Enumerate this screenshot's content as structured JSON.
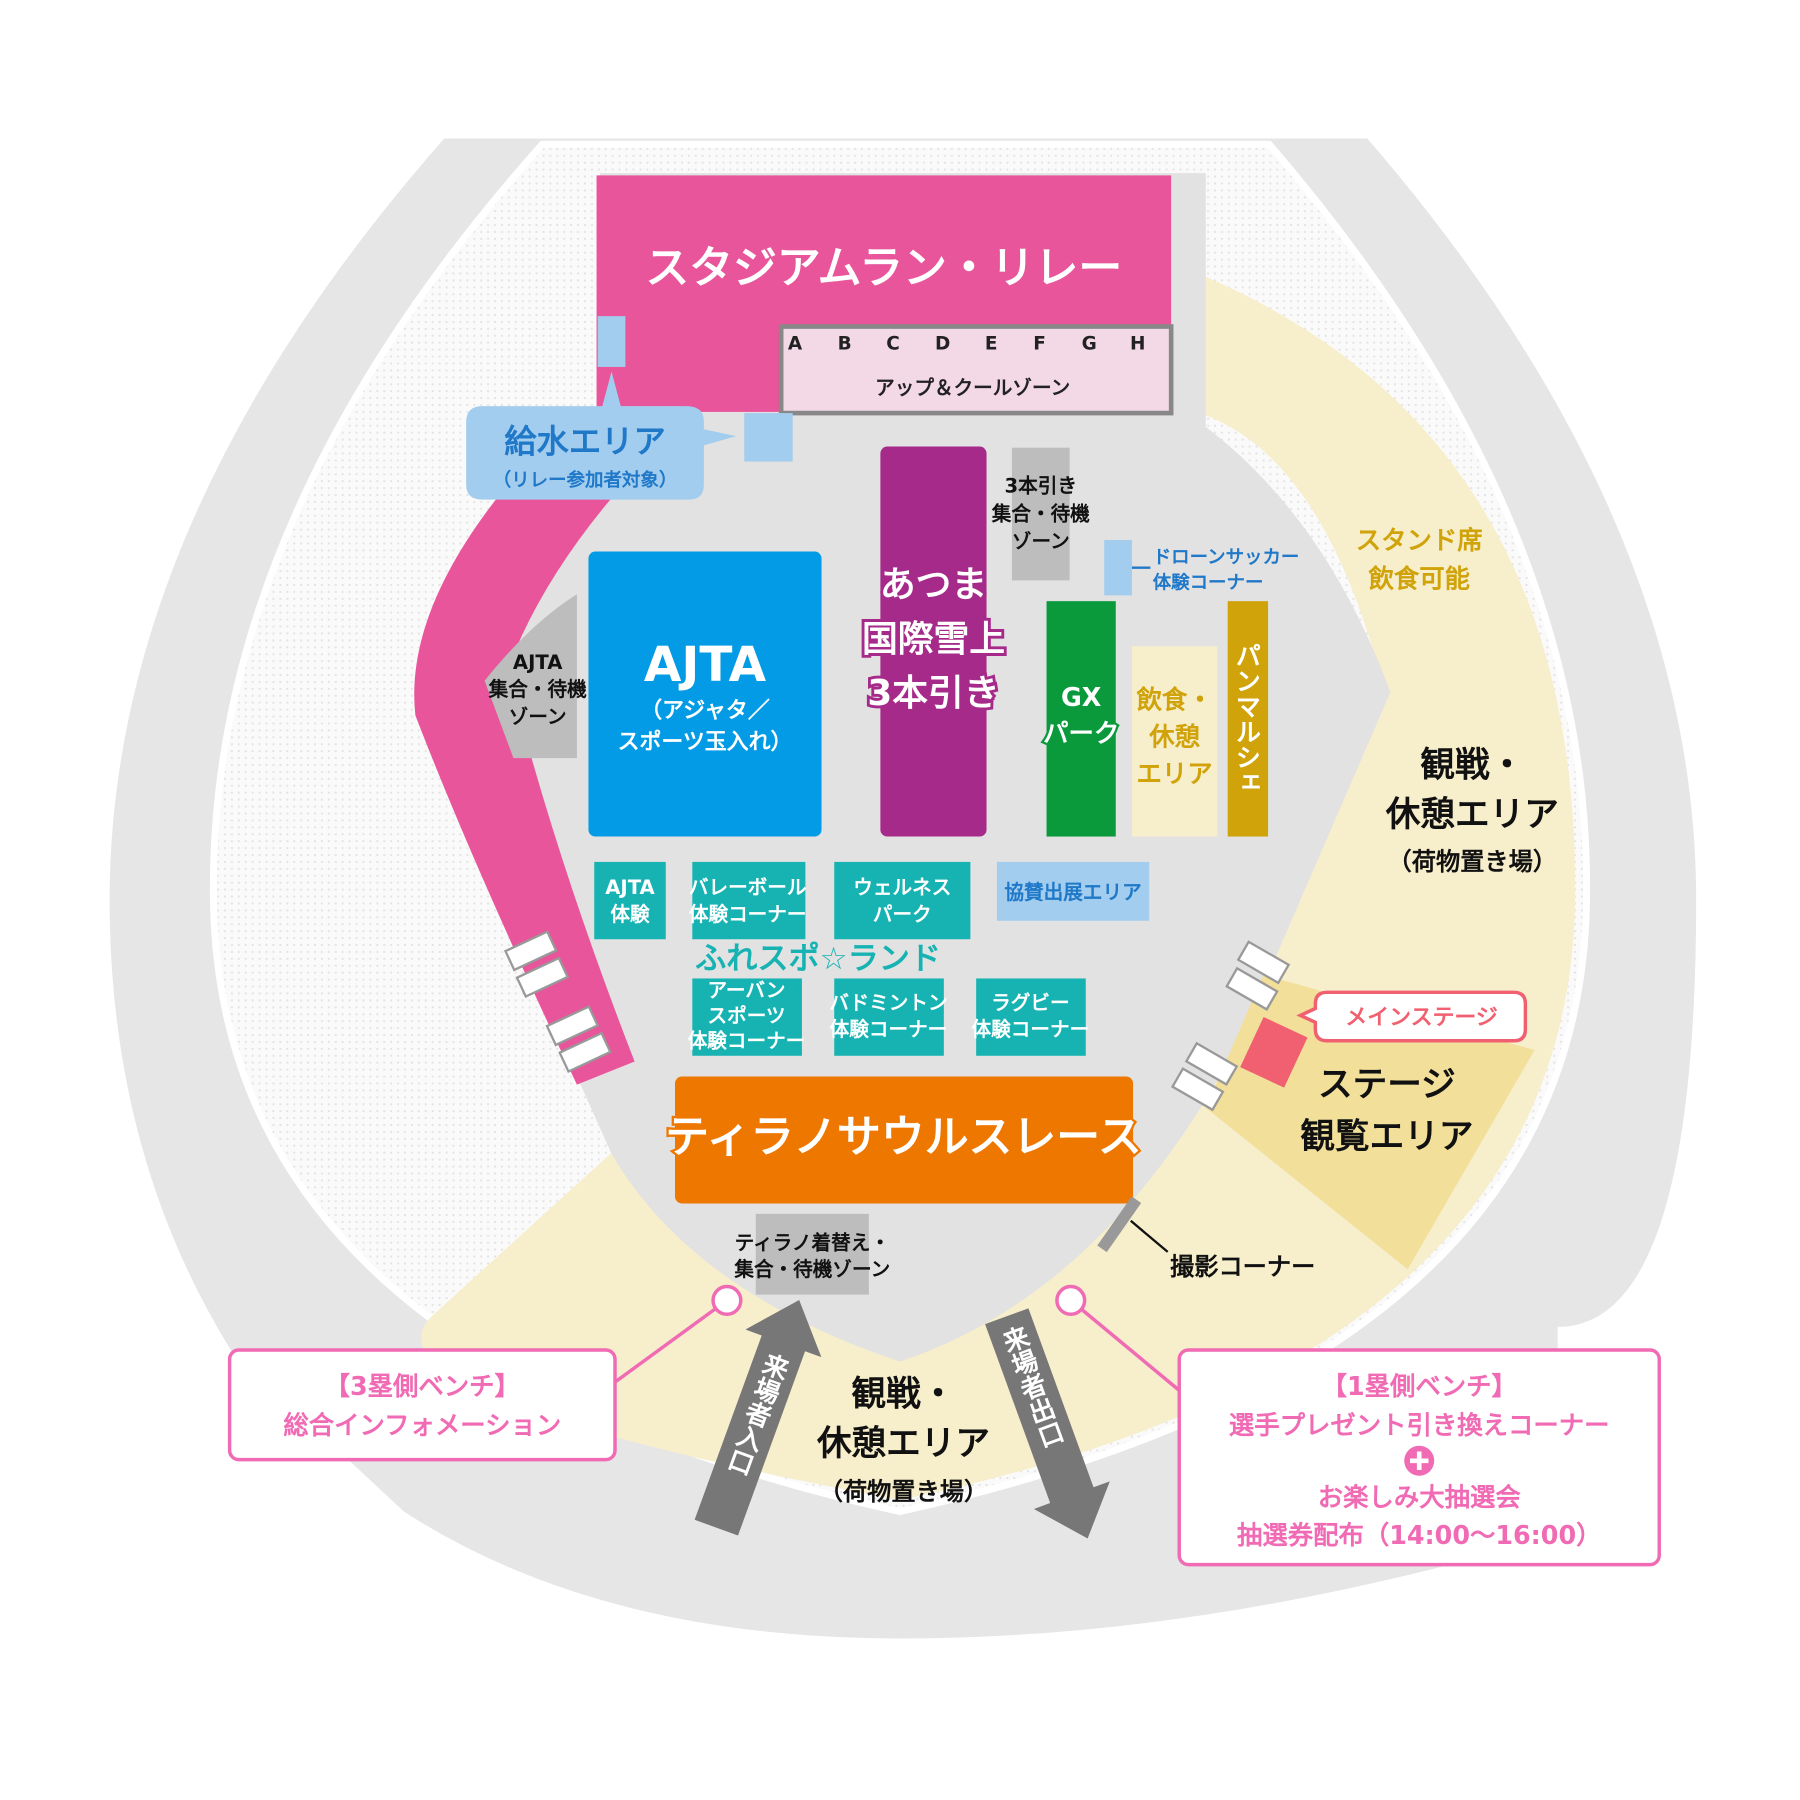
{
  "colors": {
    "relay": "#e8559a",
    "ajta": "#039be5",
    "tsuna": "#a62a89",
    "gx": "#0a9a3c",
    "food": "#f7eecb",
    "marche": "#d0a30a",
    "teal": "#17b3b3",
    "tyranno": "#ee7700",
    "water": "#a3cdee",
    "info_pink": "#f06ab4"
  },
  "areas": {
    "relay": {
      "title": "スタジアムラン・リレー",
      "lanes": [
        "A",
        "B",
        "C",
        "D",
        "E",
        "F",
        "G",
        "H"
      ],
      "warmup": "アップ＆クールゾーン"
    },
    "water": {
      "title": "給水エリア",
      "sub": "（リレー参加者対象）"
    },
    "ajta_wait": {
      "l1": "AJTA",
      "l2": "集合・待機",
      "l3": "ゾーン"
    },
    "ajta": {
      "title": "AJTA",
      "l1": "（アジャタ／",
      "l2": "スポーツ玉入れ）"
    },
    "tsuna": {
      "l1": "あつま",
      "l2": "国際雪上",
      "l3": "3本引き"
    },
    "tsuna_wait": {
      "l1": "3本引き",
      "l2": "集合・待機",
      "l3": "ゾーン"
    },
    "drone": {
      "l1": "ドローンサッカー",
      "l2": "体験コーナー"
    },
    "gx": {
      "l1": "GX",
      "l2": "パーク"
    },
    "food": {
      "l1": "飲食・",
      "l2": "休憩",
      "l3": "エリア"
    },
    "marche": {
      "label": "パンマルシェ"
    },
    "stand": {
      "l1": "スタンド席",
      "l2": "飲食可能"
    },
    "rest_right": {
      "l1": "観戦・",
      "l2": "休憩エリア",
      "l3": "（荷物置き場）"
    },
    "fureaspo": {
      "title": "ふれスポ☆ランド",
      "ajta_exp": [
        "AJTA",
        "体験"
      ],
      "volley": [
        "バレーボール",
        "体験コーナー"
      ],
      "wellness": [
        "ウェルネス",
        "パーク"
      ],
      "urban": [
        "アーバン",
        "スポーツ",
        "体験コーナー"
      ],
      "badminton": [
        "バドミントン",
        "体験コーナー"
      ],
      "rugby": [
        "ラグビー",
        "体験コーナー"
      ]
    },
    "sponsor": {
      "label": "協賛出展エリア"
    },
    "main_stage": {
      "label": "メインステージ"
    },
    "stage_view": {
      "l1": "ステージ",
      "l2": "観覧エリア"
    },
    "tyranno": {
      "title": "ティラノサウルスレース"
    },
    "tyranno_wait": {
      "l1": "ティラノ着替え・",
      "l2": "集合・待機ゾーン"
    },
    "photo": {
      "label": "撮影コーナー"
    },
    "rest_bottom": {
      "l1": "観戦・",
      "l2": "休憩エリア",
      "l3": "（荷物置き場）"
    },
    "entrance": {
      "label": "来場者入口"
    },
    "exit": {
      "label": "来場者出口"
    },
    "info_left": {
      "l1": "【3塁側ベンチ】",
      "l2": "総合インフォメーション"
    },
    "info_right": {
      "l1": "【1塁側ベンチ】",
      "l2": "選手プレゼント引き換えコーナー",
      "l3": "お楽しみ大抽選会",
      "l4": "抽選券配布（14:00〜16:00）"
    }
  }
}
